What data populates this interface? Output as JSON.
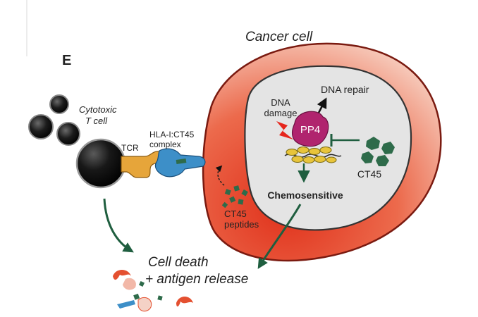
{
  "panel": {
    "letter": "E"
  },
  "cancer_cell": {
    "label": "Cancer cell"
  },
  "t_cell": {
    "label_line1": "Cytotoxic",
    "label_line2": "T cell"
  },
  "tcr": {
    "label": "TCR"
  },
  "hla_complex": {
    "label_line1": "HLA-I:CT45",
    "label_line2": "complex"
  },
  "nucleus": {
    "dna_damage_line1": "DNA",
    "dna_damage_line2": "damage",
    "dna_repair": "DNA repair",
    "pp4": "PP4",
    "ct45": "CT45",
    "chemosensitive": "Chemosensitive"
  },
  "ct45_peptides": {
    "label_line1": "CT45",
    "label_line2": "peptides"
  },
  "outcome": {
    "line1": "Cell death",
    "line2": "+ antigen release"
  },
  "colors": {
    "cell_red": "#dd3a22",
    "nucleus_fill": "#e4e4e4",
    "pp4_magenta": "#b0246e",
    "ct45_green": "#2e6b4a",
    "arrow_green": "#1f5e3f",
    "tcr_orange": "#e6a53a",
    "hla_blue": "#3d8fc8",
    "lightning_red": "#e6261c",
    "t_cell_dark": "#1a1a1a"
  }
}
